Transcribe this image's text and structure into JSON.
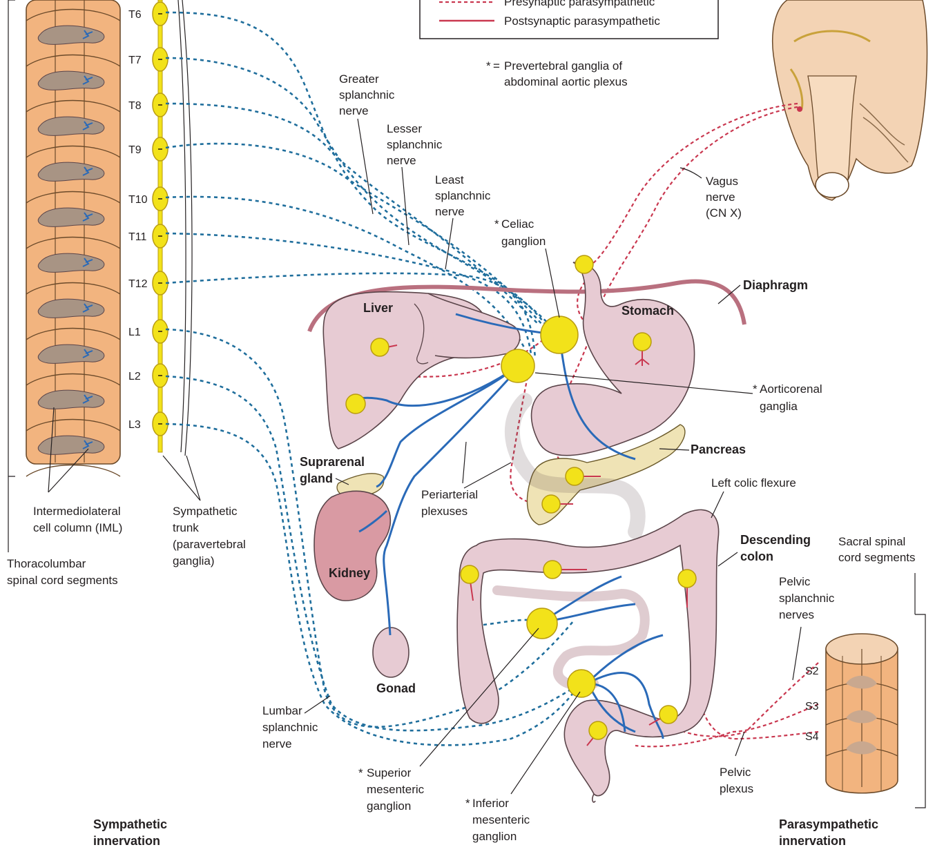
{
  "legend": {
    "presynaptic_parasympathetic": "Presynaptic parasympathetic",
    "postsynaptic_parasympathetic": "Postsynaptic parasympathetic",
    "footnote_star": "*",
    "footnote_eq": "=",
    "footnote_line1": "Prevertebral ganglia of",
    "footnote_line2": "abdominal aortic plexus"
  },
  "segments": [
    "T6",
    "T7",
    "T8",
    "T9",
    "T10",
    "T11",
    "T12",
    "L1",
    "L2",
    "L3"
  ],
  "sacral_segments": [
    "S2",
    "S3",
    "S4"
  ],
  "labels": {
    "greater_1": "Greater",
    "greater_2": "splanchnic",
    "greater_3": "nerve",
    "lesser_1": "Lesser",
    "lesser_2": "splanchnic",
    "lesser_3": "nerve",
    "least_1": "Least",
    "least_2": "splanchnic",
    "least_3": "nerve",
    "celiac_1": "Celiac",
    "celiac_2": "ganglion",
    "vagus_1": "Vagus",
    "vagus_2": "nerve",
    "vagus_3": "(CN X)",
    "diaphragm": "Diaphragm",
    "liver": "Liver",
    "stomach": "Stomach",
    "aorticorenal_1": "Aorticorenal",
    "aorticorenal_2": "ganglia",
    "pancreas": "Pancreas",
    "suprarenal_1": "Suprarenal",
    "suprarenal_2": "gland",
    "periarterial_1": "Periarterial",
    "periarterial_2": "plexuses",
    "left_colic": "Left colic flexure",
    "descending_1": "Descending",
    "descending_2": "colon",
    "sacral_1": "Sacral spinal",
    "sacral_2": "cord segments",
    "kidney": "Kidney",
    "gonad": "Gonad",
    "iml_1": "Intermediolateral",
    "iml_2": "cell column (IML)",
    "trunk_1": "Sympathetic",
    "trunk_2": "trunk",
    "trunk_3": "(paravertebral",
    "trunk_4": "ganglia)",
    "thoraco_1": "Thoracolumbar",
    "thoraco_2": "spinal cord segments",
    "pelvic_splanchnic_1": "Pelvic",
    "pelvic_splanchnic_2": "splanchnic",
    "pelvic_splanchnic_3": "nerves",
    "lumbar_1": "Lumbar",
    "lumbar_2": "splanchnic",
    "lumbar_3": "nerve",
    "sup_mes_1": "Superior",
    "sup_mes_2": "mesenteric",
    "sup_mes_3": "ganglion",
    "inf_mes_1": "Inferior",
    "inf_mes_2": "mesenteric",
    "inf_mes_3": "ganglion",
    "pelvic_plexus_1": "Pelvic",
    "pelvic_plexus_2": "plexus",
    "sympathetic_1": "Sympathetic",
    "sympathetic_2": "innervation",
    "parasympathetic_1": "Parasympathetic",
    "parasympathetic_2": "innervation"
  },
  "colors": {
    "sympathetic_pre": "#1f6e9c",
    "sympathetic_post": "#2a6ab8",
    "parasympathetic": "#c9374f",
    "ganglion": "#f2e21a",
    "organ": "#e7cbd3",
    "cord": "#f2b47f"
  }
}
